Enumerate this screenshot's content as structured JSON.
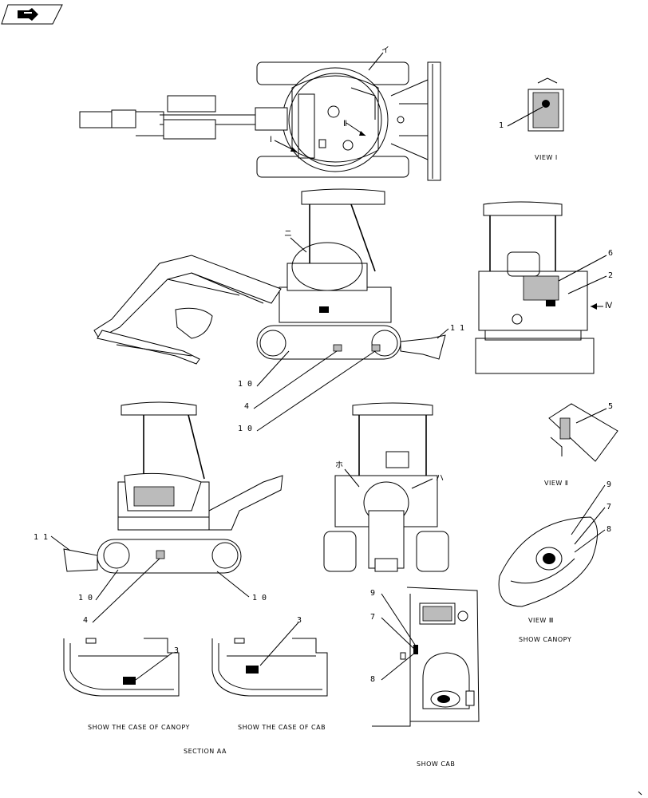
{
  "nav": {
    "icon": "arrow-icon"
  },
  "callouts": {
    "top_i": "イ",
    "top_ii": "Ⅱ",
    "top_I": "Ⅰ",
    "side_ni": "ニ",
    "n11a": "1 1",
    "n10a": "1 0",
    "n4a": "4",
    "n10b": "1 0",
    "n1": "1",
    "n6": "6",
    "n2": "2",
    "n4roman": "Ⅳ",
    "n5": "5",
    "front_ho": "ホ",
    "front_ha": "ハ",
    "n9a": "9",
    "n7a": "7",
    "n8a": "8",
    "n11b": "1 1",
    "n10c": "1 0",
    "n4b": "4",
    "n10d": "1 0",
    "n3a": "3",
    "n3b": "3",
    "n9b": "9",
    "n7b": "7",
    "n8b": "8"
  },
  "captions": {
    "view1": "VIEW Ⅰ",
    "view2": "VIEW Ⅱ",
    "view3": "VIEW Ⅲ",
    "show_canopy": "SHOW CANOPY",
    "case_canopy": "SHOW THE CASE OF CANOPY",
    "case_cab": "SHOW THE CASE OF CAB",
    "section_aa": "SECTION AA",
    "show_cab": "SHOW CAB"
  }
}
